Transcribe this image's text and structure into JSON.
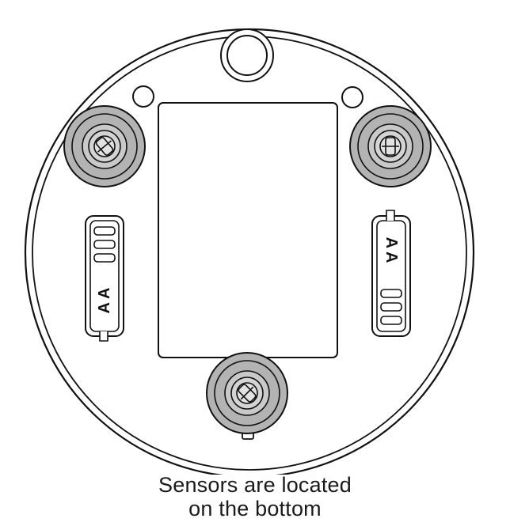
{
  "caption": {
    "line1": "Sensors are located",
    "line2": "on the bottom"
  },
  "battery_labels": {
    "left": "AA",
    "right": "AA"
  },
  "colors": {
    "outline": "#111111",
    "sensor_fill": "#b3b3b3",
    "sensor_inner": "#c9c9c9",
    "background": "#ffffff"
  }
}
